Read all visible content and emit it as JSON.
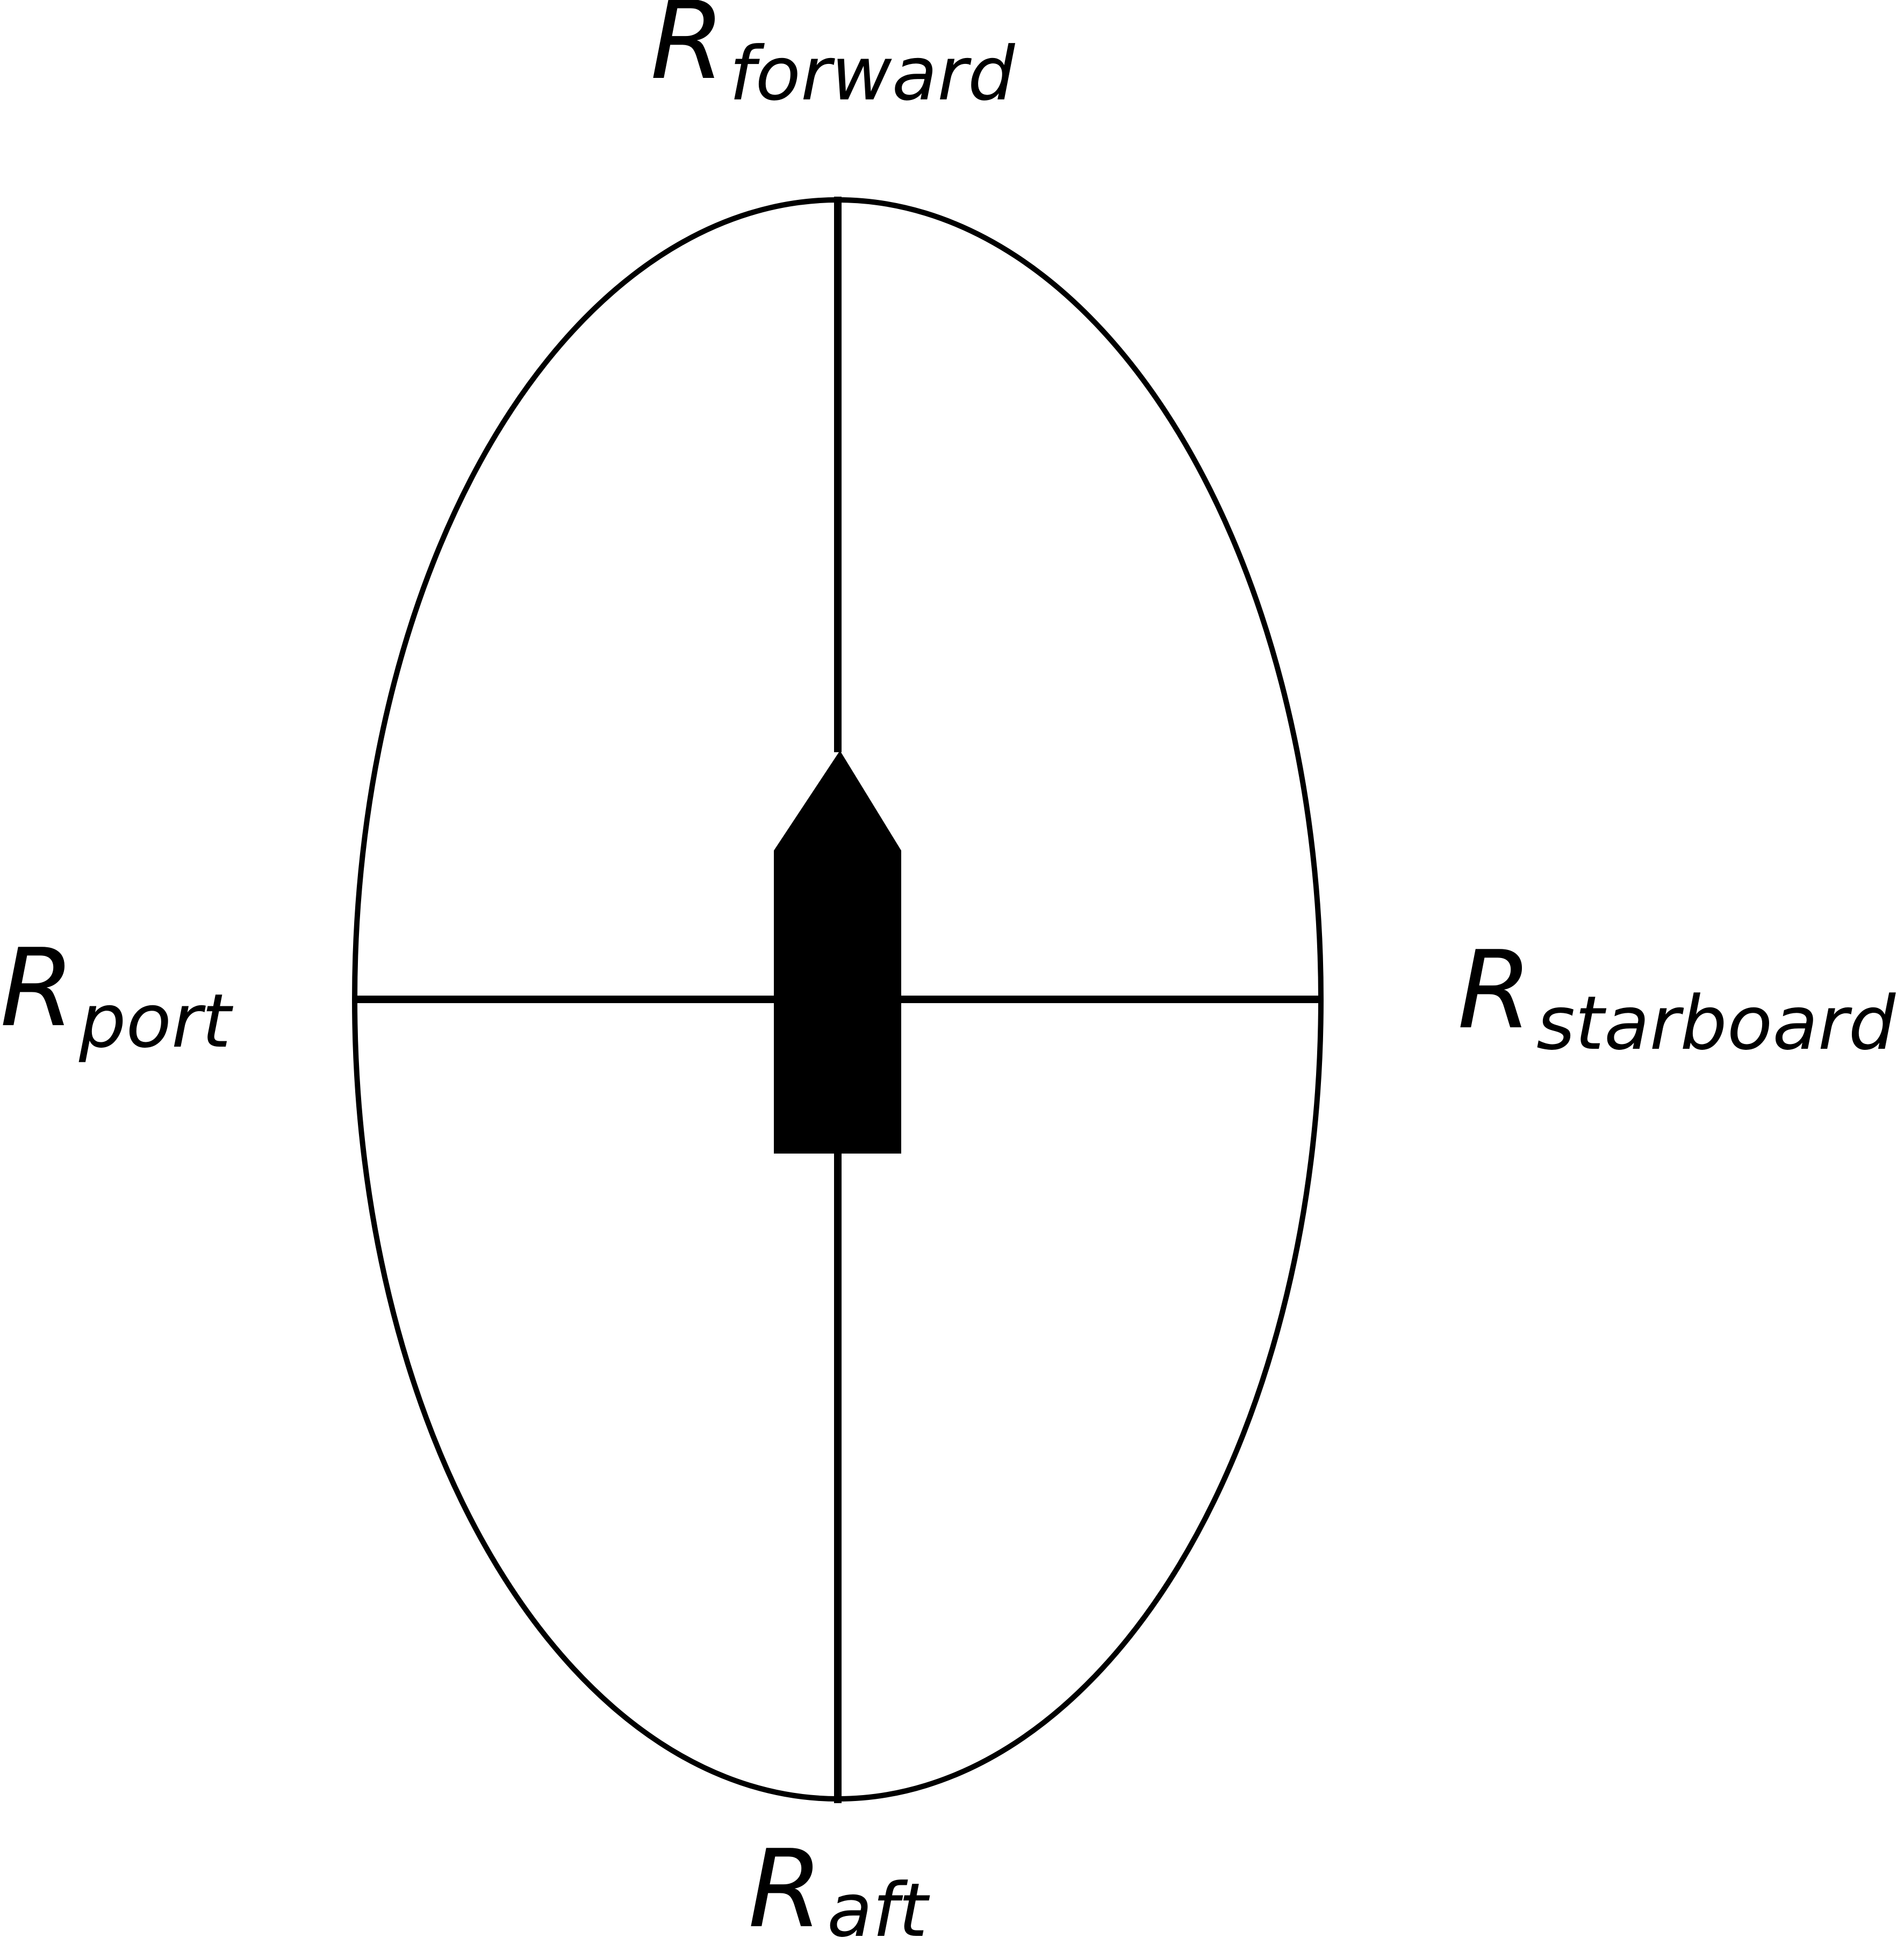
{
  "diagram": {
    "labels": {
      "forward": {
        "main": "R",
        "sub": "forward"
      },
      "port": {
        "main": "R",
        "sub": "port"
      },
      "starboard": {
        "main": "R",
        "sub": "starboard"
      },
      "aft": {
        "main": "R",
        "sub": "aft"
      }
    },
    "colors": {
      "stroke": "#000000",
      "ship_fill": "#000000",
      "background": "#ffffff"
    }
  }
}
